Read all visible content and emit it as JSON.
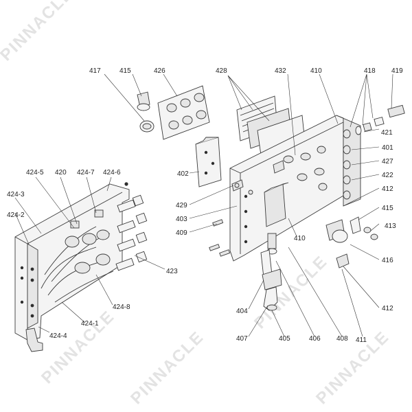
{
  "watermark": "PINNACLE",
  "callouts": [
    {
      "id": "c417",
      "label": "417"
    },
    {
      "id": "c415a",
      "label": "415"
    },
    {
      "id": "c426",
      "label": "426"
    },
    {
      "id": "c428",
      "label": "428"
    },
    {
      "id": "c432",
      "label": "432"
    },
    {
      "id": "c410a",
      "label": "410"
    },
    {
      "id": "c418",
      "label": "418"
    },
    {
      "id": "c419",
      "label": "419"
    },
    {
      "id": "c421",
      "label": "421"
    },
    {
      "id": "c401",
      "label": "401"
    },
    {
      "id": "c427",
      "label": "427"
    },
    {
      "id": "c422",
      "label": "422"
    },
    {
      "id": "c412a",
      "label": "412"
    },
    {
      "id": "c415b",
      "label": "415"
    },
    {
      "id": "c413",
      "label": "413"
    },
    {
      "id": "c416",
      "label": "416"
    },
    {
      "id": "c412b",
      "label": "412"
    },
    {
      "id": "c411",
      "label": "411"
    },
    {
      "id": "c408",
      "label": "408"
    },
    {
      "id": "c406",
      "label": "406"
    },
    {
      "id": "c405",
      "label": "405"
    },
    {
      "id": "c407",
      "label": "407"
    },
    {
      "id": "c404",
      "label": "404"
    },
    {
      "id": "c410b",
      "label": "410"
    },
    {
      "id": "c409",
      "label": "409"
    },
    {
      "id": "c403",
      "label": "403"
    },
    {
      "id": "c429",
      "label": "429"
    },
    {
      "id": "c402",
      "label": "402"
    },
    {
      "id": "c424_5",
      "label": "424-5"
    },
    {
      "id": "c420",
      "label": "420"
    },
    {
      "id": "c424_7",
      "label": "424-7"
    },
    {
      "id": "c424_6",
      "label": "424-6"
    },
    {
      "id": "c424_3",
      "label": "424-3"
    },
    {
      "id": "c424_2",
      "label": "424-2"
    },
    {
      "id": "c423",
      "label": "423"
    },
    {
      "id": "c424_8",
      "label": "424-8"
    },
    {
      "id": "c424_1",
      "label": "424-1"
    },
    {
      "id": "c424_4",
      "label": "424-4"
    }
  ]
}
